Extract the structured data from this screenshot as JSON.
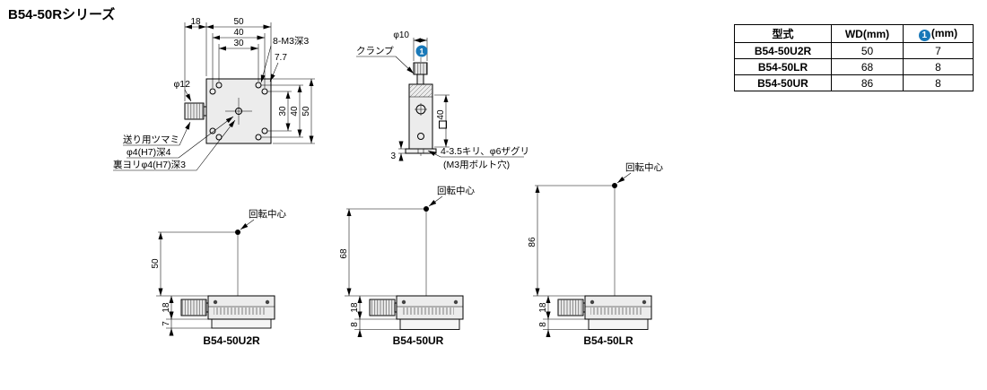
{
  "title": "B54-50Rシリーズ",
  "colors": {
    "accent": "#1878b8",
    "line": "#000000",
    "stage_fill": "#ececec"
  },
  "table": {
    "header": {
      "model": "型式",
      "wd": "WD(mm)",
      "badge_digit": "1",
      "badge_unit": "(mm)"
    },
    "rows": [
      {
        "model": "B54-50U2R",
        "wd": "50",
        "dim": "7"
      },
      {
        "model": "B54-50LR",
        "wd": "68",
        "dim": "8"
      },
      {
        "model": "B54-50UR",
        "wd": "86",
        "dim": "8"
      }
    ]
  },
  "top_view": {
    "dim_knob_length": "18",
    "dim_width": "50",
    "dim_hole_pitch_40": "40",
    "dim_hole_pitch_30": "30",
    "dim_corner": "7.7",
    "dim_hole_pitch_30_v": "30",
    "dim_hole_pitch_40_v": "40",
    "dim_height": "50",
    "dim_knob_dia": "φ12",
    "label_tap_holes": "8-M3深3",
    "label_knob": "送り用ツマミ",
    "label_center_hole": "φ4(H7)深4",
    "label_back_hole": "裏ヨリφ4(H7)深3"
  },
  "side_view": {
    "dim_clamp_dia": "φ10",
    "label_clamp": "クランプ",
    "badge_digit": "1",
    "dim_square": "40",
    "dim_base_thickness": "3",
    "label_mount_holes_1": "4-3.5キリ、φ6ザグリ",
    "label_mount_holes_2": "(M3用ボルト穴)"
  },
  "bottom_views": [
    {
      "rotation_label": "回転中心",
      "dim_height": "50",
      "dim_stage_height": "18",
      "dim_base": "7",
      "model": "B54-50U2R"
    },
    {
      "rotation_label": "回転中心",
      "dim_height": "68",
      "dim_stage_height": "18",
      "dim_base": "8",
      "model": "B54-50UR"
    },
    {
      "rotation_label": "回転中心",
      "dim_height": "86",
      "dim_stage_height": "18",
      "dim_base": "8",
      "model": "B54-50LR"
    }
  ]
}
